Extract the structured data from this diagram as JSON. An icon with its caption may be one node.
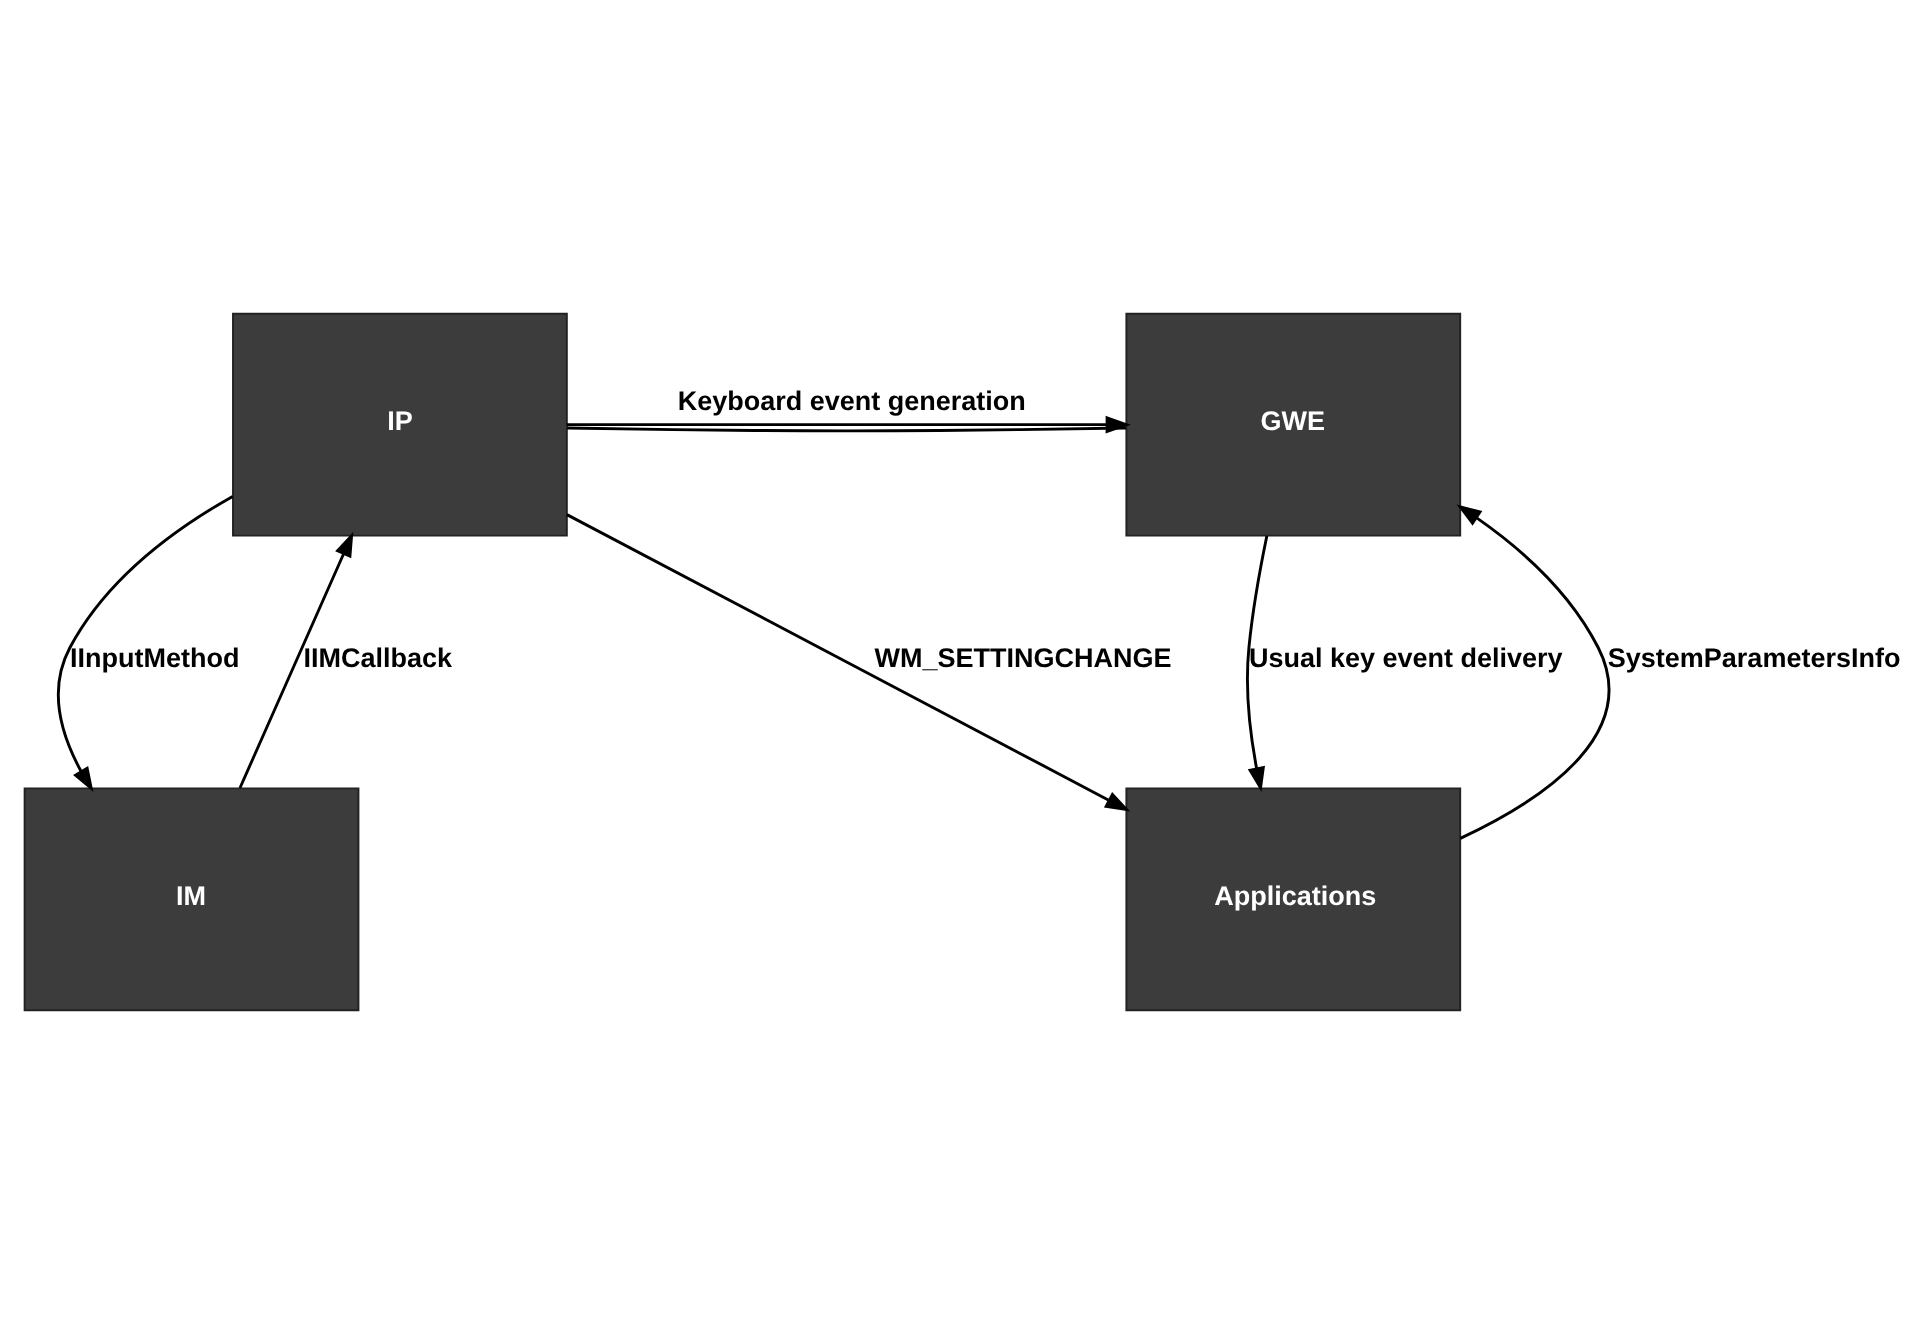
{
  "diagram": {
    "nodes": [
      {
        "text": [
          "IP"
        ]
      },
      {
        "text": [
          "GWE"
        ]
      },
      {
        "text": [
          "IM"
        ]
      },
      {
        "text": [
          "Applications"
        ]
      }
    ],
    "edges": [
      {
        "from": 0,
        "to": 1,
        "arrow": "to",
        "label": "Keyboard event generation"
      },
      {
        "from": 1,
        "to": 3,
        "arrow": "to",
        "label": "Usual key event delivery"
      },
      {
        "from": 0,
        "to": 3,
        "arrow": "to",
        "label": "WM_SETTINGCHANGE"
      },
      {
        "from": 3,
        "to": 1,
        "arrow": "to",
        "label": "SystemParametersInfo"
      },
      {
        "from": 1,
        "to": 0,
        "arrow": "none"
      },
      {
        "from": 2,
        "to": 0,
        "arrow": "to",
        "label": "IIMCallback"
      },
      {
        "from": 0,
        "to": 2,
        "arrow": "to",
        "label": "IInputMethod"
      }
    ]
  }
}
